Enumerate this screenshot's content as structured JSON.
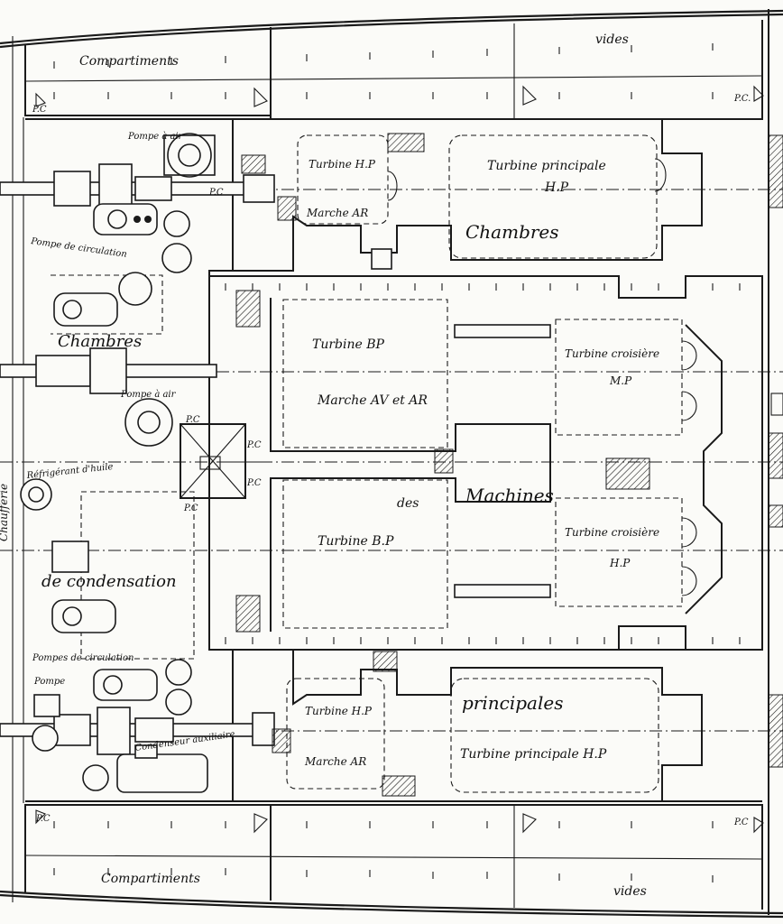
{
  "labels": {
    "compartiments_top": "Compartiments",
    "vides_top": "vides",
    "compartiments_bottom": "Compartiments",
    "vides_bottom": "vides",
    "pc": "P.C",
    "pc_short": "P.C.",
    "pompe_a_air_top": "Pompe à air",
    "pompe_de_circulation": "Pompe de circulation",
    "chambres_left": "Chambres",
    "pompe_a_air_mid": "Pompe à air",
    "refrigerant_d_huile": "Réfrigérant d'huile",
    "de_condensation": "de condensation",
    "pompes_de_circulation": "Pompes de circulation",
    "pompe_bottom": "Pompe",
    "condenseur_auxiliaire": "Condenseur auxiliaire",
    "chaufferie": "Chaufferie",
    "turbine_hp_top": "Turbine H.P",
    "marche_ar_top": "Marche AR",
    "turbine_principale_top": "Turbine principale",
    "hp_top": "H.P",
    "chambres_top": "Chambres",
    "turbine_bp_top": "Turbine BP",
    "marche_av_et_ar": "Marche AV et AR",
    "turbine_croisiere_mp": "Turbine croisière",
    "mp": "M.P",
    "des": "des",
    "machines": "Machines",
    "turbine_bp_bottom": "Turbine B.P",
    "turbine_croisiere_hp": "Turbine croisière",
    "hp_mid": "H.P",
    "principales": "principales",
    "turbine_hp_bottom": "Turbine H.P",
    "marche_ar_bottom": "Marche AR",
    "turbine_principale_hp_bottom": "Turbine principale H.P",
    "pc_c": "P.C"
  }
}
